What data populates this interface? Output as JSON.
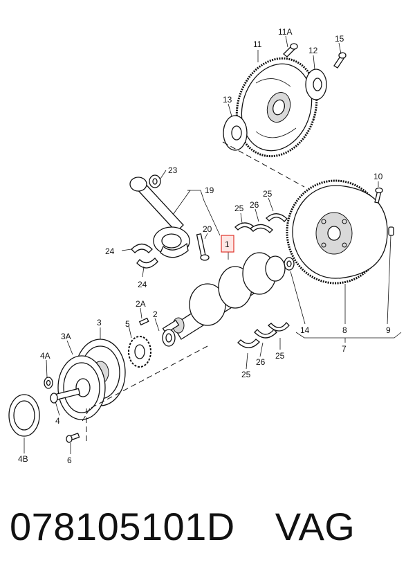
{
  "labels": {
    "l1": "1",
    "l2": "2",
    "l2a": "2A",
    "l3": "3",
    "l3a": "3A",
    "l4": "4",
    "l4a": "4A",
    "l4b": "4B",
    "l5": "5",
    "l6": "6",
    "l7": "7",
    "l8": "8",
    "l9": "9",
    "l10": "10",
    "l11": "11",
    "l11a": "11A",
    "l12": "12",
    "l13": "13",
    "l14": "14",
    "l15": "15",
    "l19": "19",
    "l20": "20",
    "l23": "23",
    "l24a": "24",
    "l24b": "24",
    "l25a": "25",
    "l25b": "25",
    "l25c": "25",
    "l25d": "25",
    "l26a": "26",
    "l26b": "26"
  },
  "footer": {
    "part_number": "078105101D",
    "brand": "VAG"
  },
  "highlight_color": "#e0342b"
}
